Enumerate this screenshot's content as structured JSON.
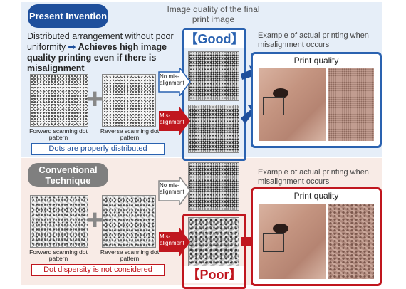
{
  "present": {
    "badge": "Present Invention",
    "headline_plain": "Distributed arrangement without poor uniformity",
    "headline_arrow": "➡",
    "headline_bold": "Achieves high image quality printing even if there is misalignment",
    "forward_caption": "Forward scanning dot pattern",
    "reverse_caption": "Reverse scanning dot pattern",
    "callout": "Dots are properly distributed",
    "example_title": "Example of actual printing when misalignment occurs",
    "print_quality": "Print quality"
  },
  "conventional": {
    "badge": "Conventional Technique",
    "forward_caption": "Forward scanning dot pattern",
    "reverse_caption": "Reverse scanning dot pattern",
    "callout": "Dot dispersity is not considered",
    "example_title": "Example of actual printing when misalignment occurs",
    "print_quality": "Print quality"
  },
  "column": {
    "title": "Image quality of the final print image",
    "good": "【Good】",
    "poor": "【Poor】"
  },
  "arrows": {
    "no_mis": "No mis-alignment",
    "mis": "Mis-alignment"
  },
  "colors": {
    "blue": "#1e4f9c",
    "accent_blue": "#2a62b0",
    "red": "#c0161e"
  }
}
